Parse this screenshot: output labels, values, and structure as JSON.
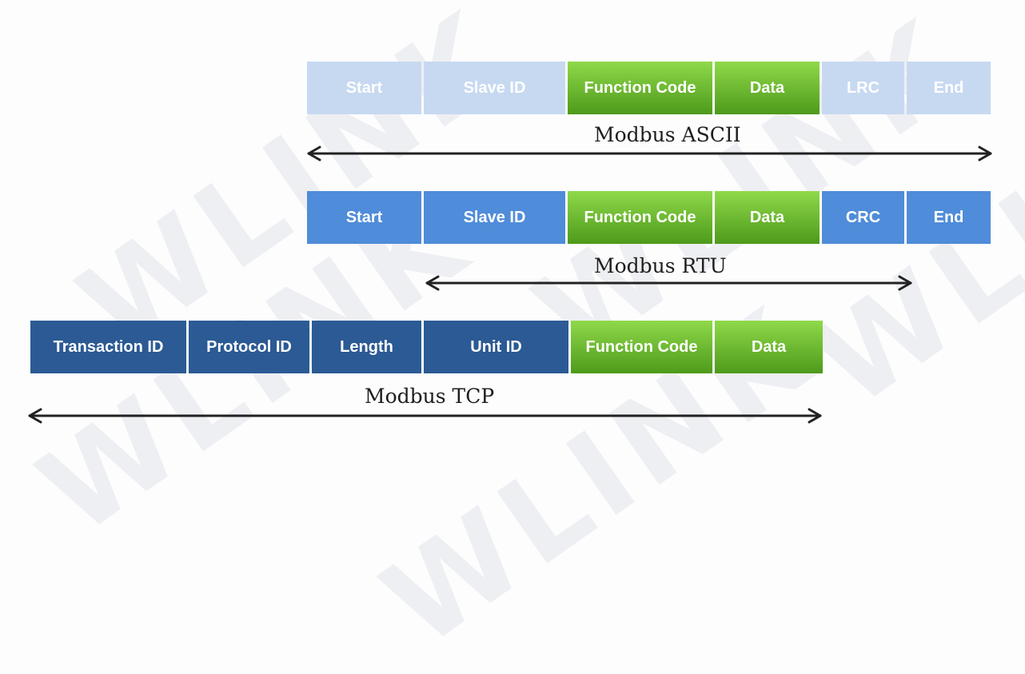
{
  "watermark": "WLINK",
  "colors": {
    "light_blue": "#c7d9f1",
    "medium_blue": "#4f8cd9",
    "dark_blue": "#2b5a94",
    "green": "#6cbf2e",
    "arrow": "#222222"
  },
  "frames": [
    {
      "name": "Modbus ASCII",
      "fields": [
        "Start",
        "Slave ID",
        "Function Code",
        "Data",
        "LRC",
        "End"
      ]
    },
    {
      "name": "Modbus RTU",
      "fields": [
        "Start",
        "Slave ID",
        "Function Code",
        "Data",
        "CRC",
        "End"
      ]
    },
    {
      "name": "Modbus TCP",
      "fields": [
        "Transaction ID",
        "Protocol ID",
        "Length",
        "Unit ID",
        "Function Code",
        "Data"
      ]
    }
  ]
}
